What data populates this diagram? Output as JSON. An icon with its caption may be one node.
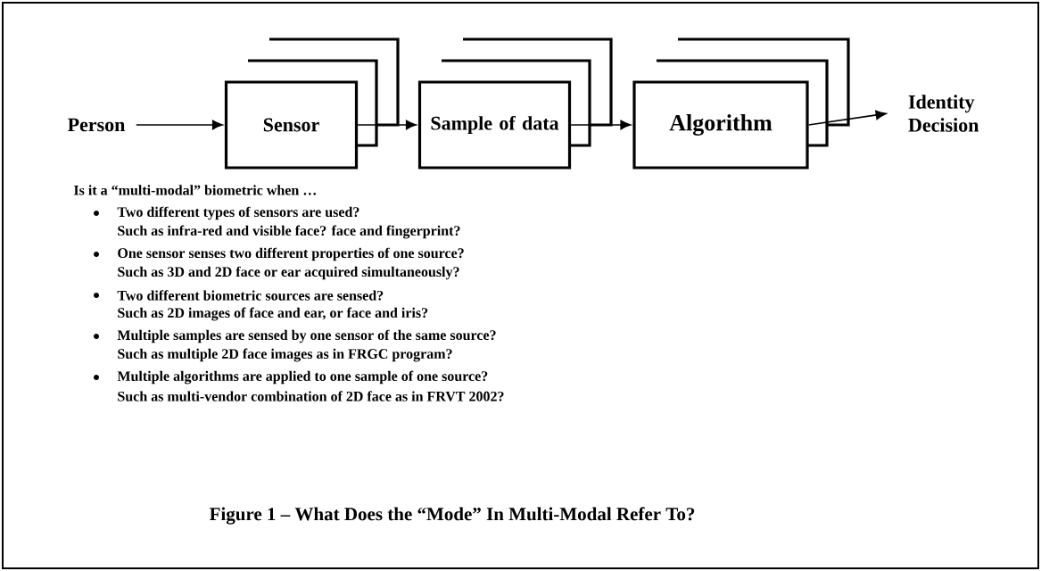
{
  "diagram": {
    "caption": "Figure 1 – What Does the “Mode” In Multi-Modal Refer To?",
    "nodes": [
      {
        "text": [
          "Person"
        ]
      },
      {
        "text": [
          "Sensor"
        ]
      },
      {
        "text": [
          "Sample of data"
        ]
      },
      {
        "text": [
          "Algorithm"
        ]
      },
      {
        "text": [
          "Identity Decision"
        ]
      }
    ],
    "edges": [
      {
        "from": 0,
        "to": 1,
        "arrow": "to"
      },
      {
        "from": 1,
        "to": 2,
        "arrow": "to"
      },
      {
        "from": 2,
        "to": 3,
        "arrow": "to"
      },
      {
        "from": 3,
        "to": 4,
        "arrow": "to"
      }
    ],
    "labels": [
      "Is it a “multi-modal” biometric when …",
      "Two different types of sensors are used?",
      "Such as infra-red and visible face? face and fingerprint?",
      "One sensor senses two different properties of one source?",
      "Such as 3D and 2D face or ear acquired simultaneously?",
      "Two different biometric sources are sensed?",
      "Such as 2D images of face and ear, or face and iris?",
      "Multiple samples are sensed by one sensor of the same source?",
      "Such as multiple 2D face images as in FRGC program?",
      "Multiple algorithms are applied to one sample of one source?",
      "Such as multi-vendor combination of 2D face as in FRVT 2002?"
    ]
  }
}
